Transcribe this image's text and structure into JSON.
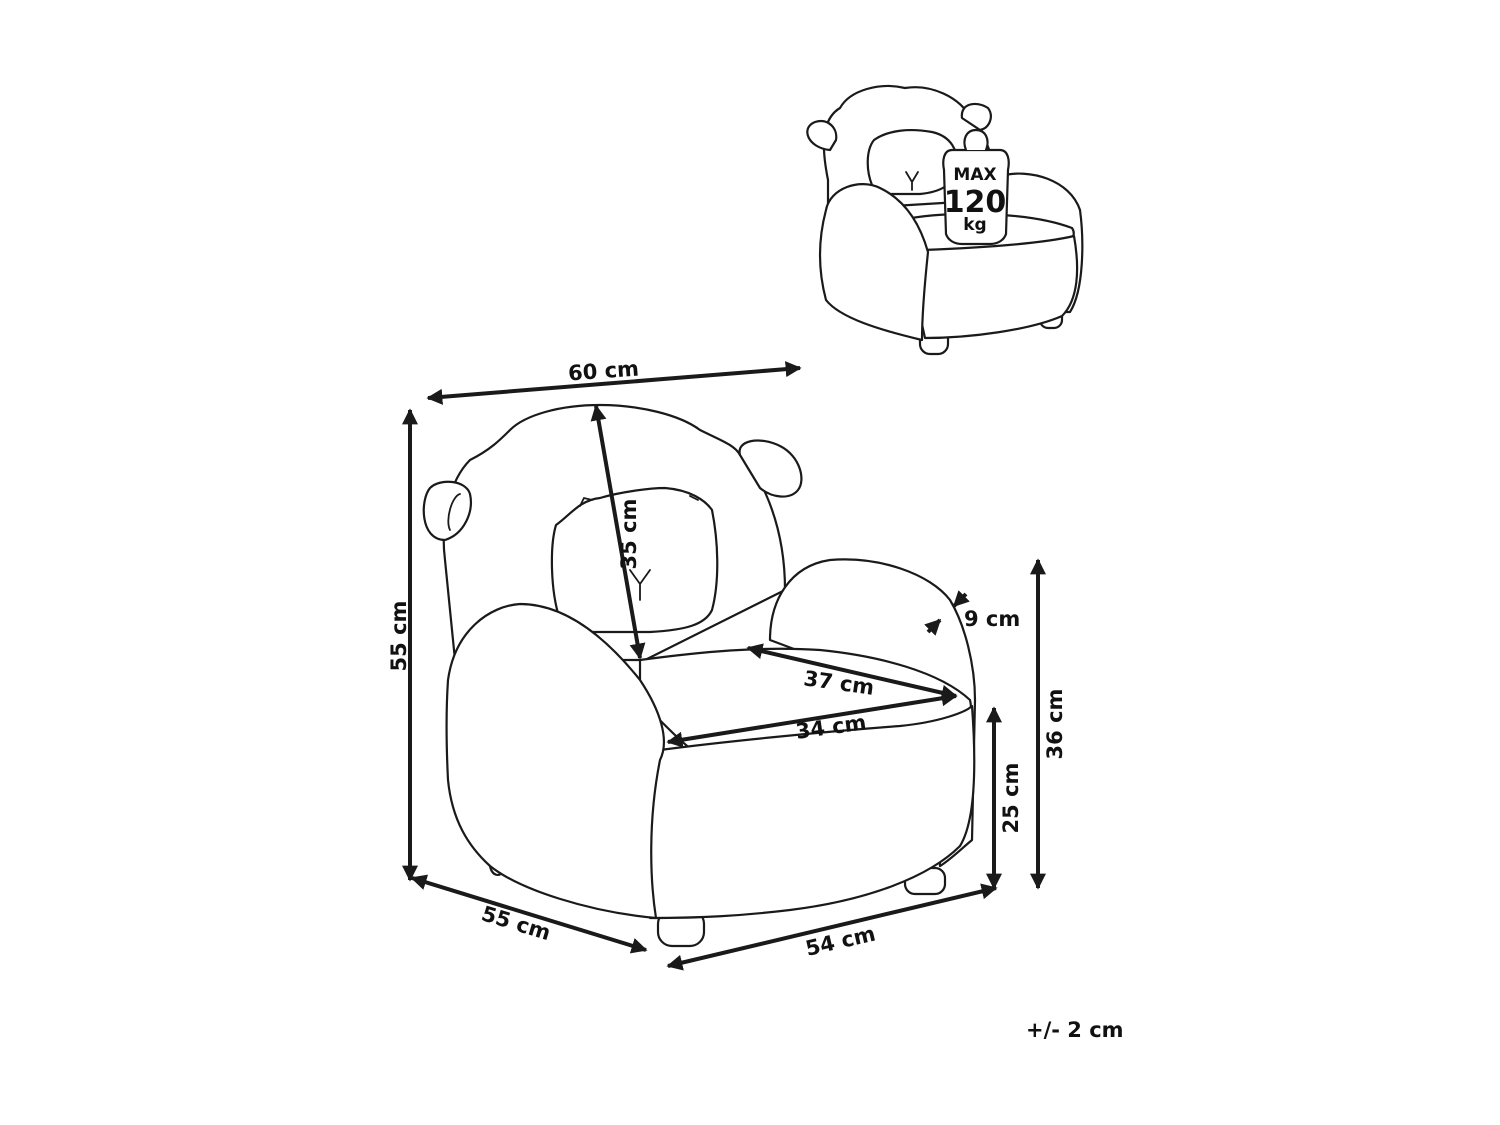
{
  "dimensions": {
    "total_width": "60 cm",
    "total_height": "55 cm",
    "backrest_height": "35 cm",
    "armrest_width": "9 cm",
    "seat_depth": "37 cm",
    "seat_width": "34 cm",
    "armrest_height": "36 cm",
    "seat_height": "25 cm",
    "depth": "55 cm",
    "front_width": "54 cm"
  },
  "max_load": {
    "line1": "MAX",
    "line2": "120",
    "line3": "kg"
  },
  "tolerance": "+/- 2 cm"
}
